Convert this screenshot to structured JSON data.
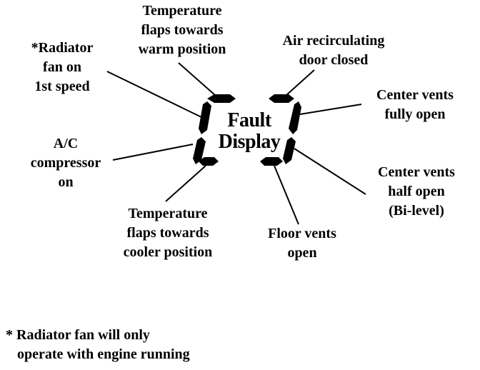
{
  "center_title": [
    "Fault",
    "Display"
  ],
  "labels": {
    "temp_warm": [
      "Temperature",
      "flaps towards",
      "warm position"
    ],
    "radiator_fan": [
      "*Radiator",
      "fan on",
      "1st speed"
    ],
    "air_recirc": [
      "Air recirculating",
      "door closed"
    ],
    "center_full": [
      "Center vents",
      "fully open"
    ],
    "ac_compressor": [
      "A/C",
      "compressor",
      "on"
    ],
    "center_half": [
      "Center vents",
      "half open",
      "(Bi-level)"
    ],
    "temp_cool": [
      "Temperature",
      "flaps towards",
      "cooler position"
    ],
    "floor_vents": [
      "Floor vents",
      "open"
    ]
  },
  "footnote": [
    "* Radiator fan will only",
    "operate with engine running"
  ]
}
